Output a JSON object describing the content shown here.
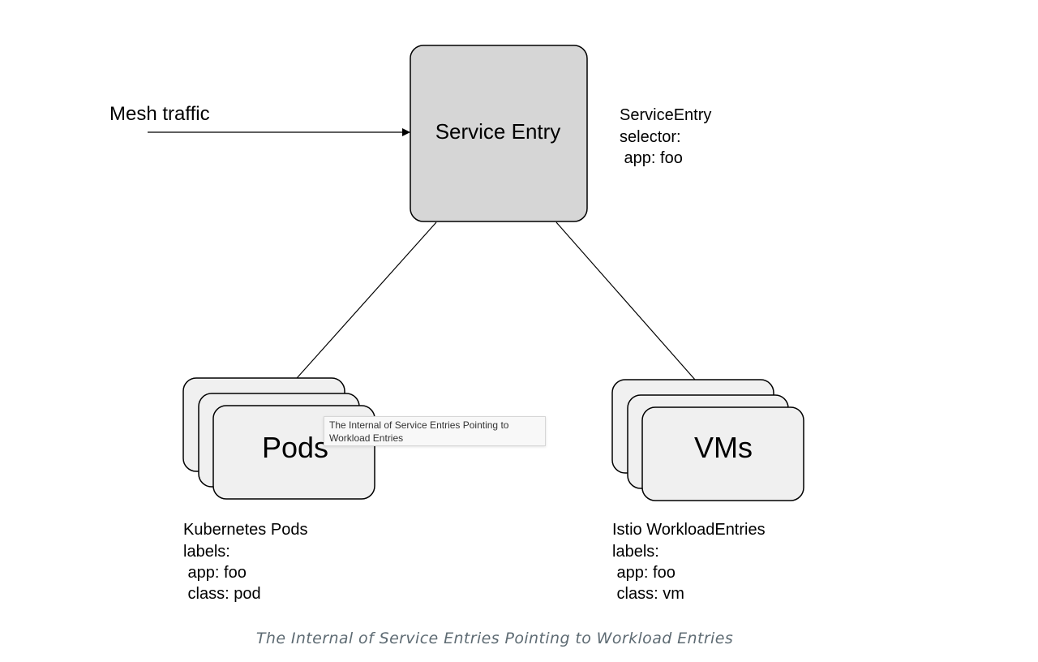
{
  "diagram": {
    "mesh_traffic_label": "Mesh traffic",
    "service_entry_label": "Service Entry",
    "service_entry_config": {
      "line1": "ServiceEntry",
      "line2": "selector:",
      "line3": " app: foo"
    },
    "pods_label": "Pods",
    "vms_label": "VMs",
    "pods_config": {
      "line1": "Kubernetes Pods",
      "line2": "labels:",
      "line3": " app: foo",
      "line4": " class: pod"
    },
    "vms_config": {
      "line1": "Istio WorkloadEntries",
      "line2": "labels:",
      "line3": " app: foo",
      "line4": " class: vm"
    }
  },
  "tooltip": {
    "line1": "The Internal of Service Entries Pointing to",
    "line2": "Workload Entries"
  },
  "caption": "The Internal of Service Entries Pointing to Workload Entries",
  "colors": {
    "service_entry_fill": "#d6d6d6",
    "stack_fill": "#f0f0f0",
    "stroke": "#000000",
    "caption": "#5e6b73"
  }
}
